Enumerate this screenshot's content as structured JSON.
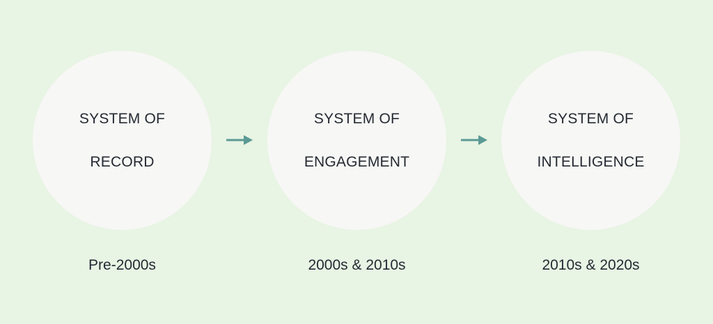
{
  "diagram": {
    "stages": [
      {
        "title_line1": "SYSTEM OF",
        "title_line2": "RECORD",
        "era": "Pre-2000s"
      },
      {
        "title_line1": "SYSTEM OF",
        "title_line2": "ENGAGEMENT",
        "era": "2000s & 2010s"
      },
      {
        "title_line1": "SYSTEM OF",
        "title_line2": "INTELLIGENCE",
        "era": "2010s & 2020s"
      }
    ],
    "arrows": [
      {
        "icon": "arrow-right-icon",
        "from": "RECORD",
        "to": "ENGAGEMENT"
      },
      {
        "icon": "arrow-right-icon",
        "from": "ENGAGEMENT",
        "to": "INTELLIGENCE"
      }
    ]
  },
  "colors": {
    "background": "#e8f4e4",
    "circle_fill": "#f7f7f5",
    "text": "#252a33",
    "arrow": "#5b9a94"
  }
}
